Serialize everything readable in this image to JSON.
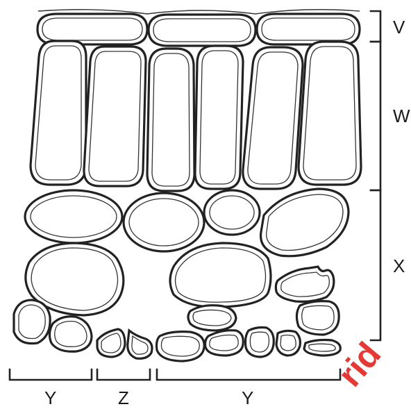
{
  "labels": {
    "v": "V",
    "w": "W",
    "x": "X",
    "y_left": "Y",
    "z": "Z",
    "y_right": "Y"
  },
  "watermark": {
    "text": "rid",
    "color": "#e53935"
  },
  "colors": {
    "stroke": "#222222",
    "background": "#ffffff"
  }
}
